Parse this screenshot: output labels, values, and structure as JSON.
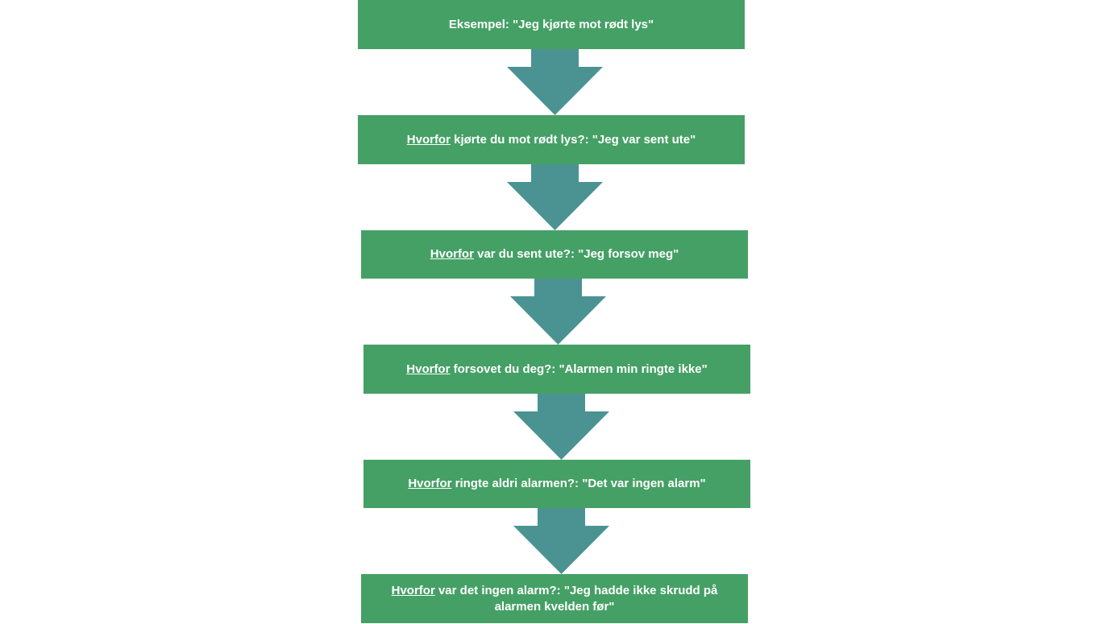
{
  "diagram": {
    "colors": {
      "box": "#45a065",
      "arrow": "#4b9393",
      "text": "#ffffff",
      "background": "#ffffff"
    },
    "steps": [
      {
        "keyword": "",
        "text": "Eksempel: \"Jeg kjørte mot rødt lys\""
      },
      {
        "keyword": "Hvorfor",
        "text": " kjørte du mot rødt lys?: \"Jeg var sent ute\""
      },
      {
        "keyword": "Hvorfor",
        "text": " var du sent ute?: \"Jeg forsov meg\""
      },
      {
        "keyword": "Hvorfor",
        "text": " forsovet du deg?: \"Alarmen min ringte ikke\""
      },
      {
        "keyword": "Hvorfor",
        "text": " ringte aldri alarmen?: \"Det var ingen alarm\""
      },
      {
        "keyword": "Hvorfor",
        "text": " var det ingen alarm?: \"Jeg hadde ikke skrudd på alarmen kvelden før\""
      }
    ],
    "arrow_icon": "down-arrow-icon"
  }
}
